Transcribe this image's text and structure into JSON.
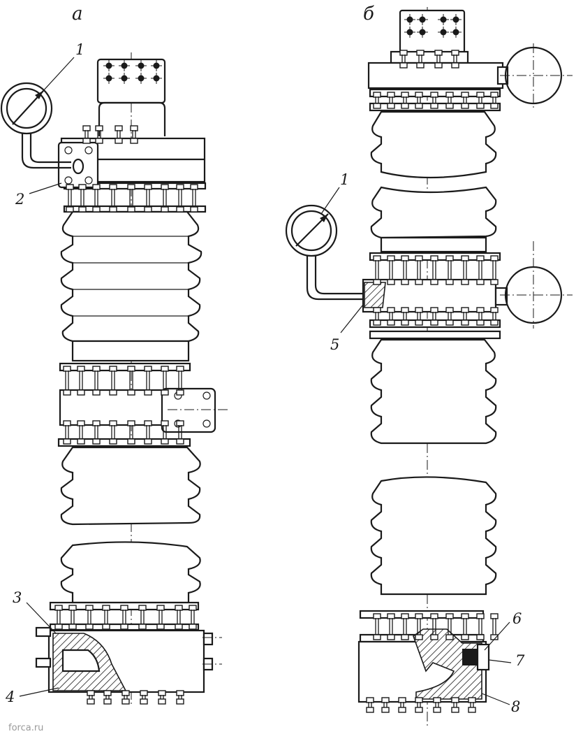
{
  "figure": {
    "label_a": "а",
    "label_b": "б",
    "watermark": "forca.ru"
  },
  "callouts": {
    "a": [
      "1",
      "2",
      "3",
      "4"
    ],
    "b": [
      "1",
      "5",
      "6",
      "7",
      "8"
    ]
  },
  "colors": {
    "ink": "#1a1a1a",
    "paper": "#ffffff",
    "watermark": "#9a9a9a"
  }
}
